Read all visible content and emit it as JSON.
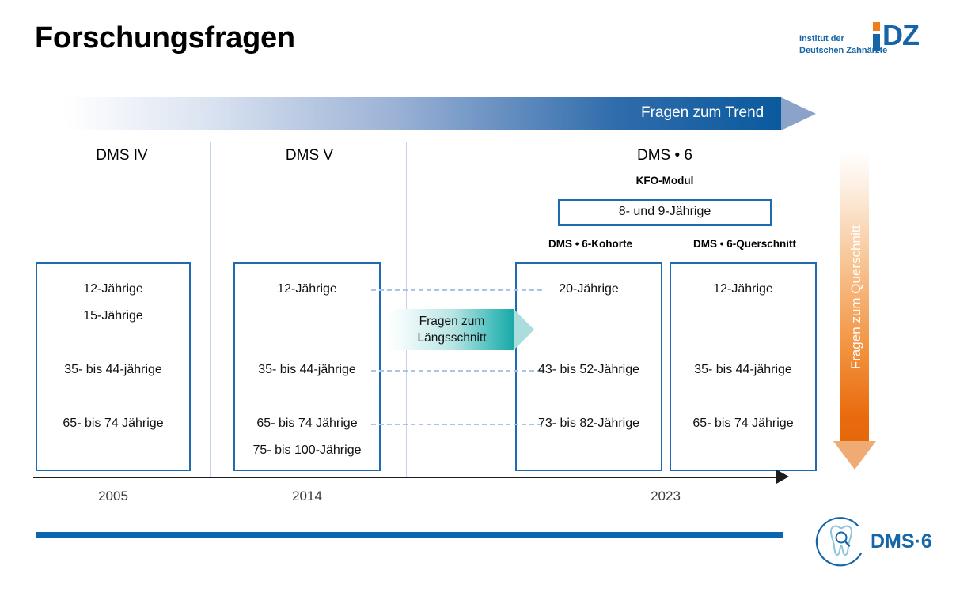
{
  "slide": {
    "title": "Forschungsfragen"
  },
  "logo_idz": {
    "line1": "Institut der",
    "line2": "Deutschen Zahnärzte",
    "mark_text": "DZ",
    "dot_color": "#ef7d1a",
    "brand_color": "#1565a8"
  },
  "logo_dms6": {
    "wordmark": "DMS·6",
    "icon": "tooth-magnifier-icon",
    "brand_color": "#1565a8"
  },
  "trend_banner": {
    "label": "Fragen zum Trend",
    "gradient_from": "#ffffff",
    "gradient_to": "#0a5a9e",
    "tip_color": "#8ba2c9"
  },
  "laengsschnitt_arrow": {
    "line1": "Fragen zum",
    "line2": "Längsschnitt",
    "gradient_from": "#ffffff",
    "gradient_to": "#1aa9a8",
    "tip_color": "#aadedd"
  },
  "querschnitt_arrow": {
    "label": "Fragen zum Querschnitt",
    "gradient_from": "#ffffff",
    "gradient_to": "#e4690b",
    "tip_color": "#f0ab74"
  },
  "columns": [
    {
      "heading": "DMS IV",
      "year": "2005"
    },
    {
      "heading": "DMS V",
      "year": "2014"
    },
    {
      "heading": "DMS • 6",
      "year": "2023"
    }
  ],
  "kfo": {
    "heading": "KFO-Modul",
    "box_label": "8- und 9-Jährige"
  },
  "subheads": {
    "kohorte": "DMS • 6-Kohorte",
    "querschnitt": "DMS • 6-Querschnitt"
  },
  "cohort_boxes": {
    "dms4": [
      "12-Jährige",
      "15-Jährige",
      "35- bis 44-jährige",
      "65- bis 74 Jährige"
    ],
    "dms5": [
      "12-Jährige",
      "35- bis 44-jährige",
      "65- bis 74 Jährige",
      "75- bis 100-Jährige"
    ],
    "dms6_kohorte": [
      "20-Jährige",
      "43- bis 52-Jährige",
      "73- bis 82-Jährige"
    ],
    "dms6_querschnitt": [
      "12-Jährige",
      "35- bis 44-jährige",
      "65- bis 74 Jährige"
    ]
  },
  "colors": {
    "box_border": "#1e6bb0",
    "divider": "#c6d2e5",
    "dash_connector": "#a9c6e4",
    "axis": "#1c1c1c",
    "bottom_bar": "#0a66b0"
  }
}
